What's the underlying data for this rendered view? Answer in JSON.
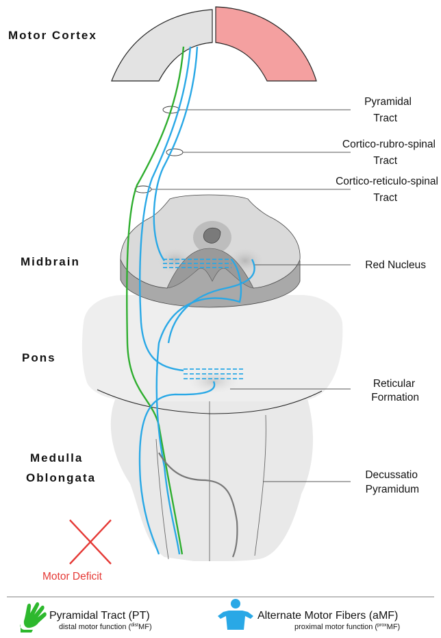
{
  "regions": {
    "motor_cortex": "Motor Cortex",
    "midbrain": "Midbrain",
    "pons": "Pons",
    "medulla_line1": "Medulla",
    "medulla_line2": "Oblongata"
  },
  "labels": {
    "pyramidal_tract": [
      "Pyramidal",
      "Tract"
    ],
    "cortico_rubro_spinal": [
      "Cortico-rubro-spinal",
      "Tract"
    ],
    "cortico_reticulo_spinal": [
      "Cortico-reticulo-spinal",
      "Tract"
    ],
    "red_nucleus": "Red Nucleus",
    "reticular_formation": [
      "Reticular",
      "Formation"
    ],
    "decussatio": [
      "Decussatio",
      "Pyramidum"
    ]
  },
  "deficit": {
    "label": "Motor Deficit",
    "color": "#e53935"
  },
  "legend": {
    "pt": {
      "title": "Pyramidal Tract (PT)",
      "sub_prefix": "distal motor function (",
      "sup": "dist",
      "sub_suffix": "MF)",
      "icon": "hand-icon",
      "color": "#2db82d"
    },
    "amf": {
      "title": "Alternate Motor Fibers (aMF)",
      "sub_prefix": "proximal motor function (",
      "sup": "prox",
      "sub_suffix": "MF)",
      "icon": "person-icon",
      "color": "#29a8e6"
    }
  },
  "colors": {
    "pyramidal_green": "#2fae2f",
    "alternate_blue": "#29a8e6",
    "cortex_left": "#e3e3e3",
    "cortex_right": "#f4a0a0",
    "lesion_gray": "#777777"
  }
}
